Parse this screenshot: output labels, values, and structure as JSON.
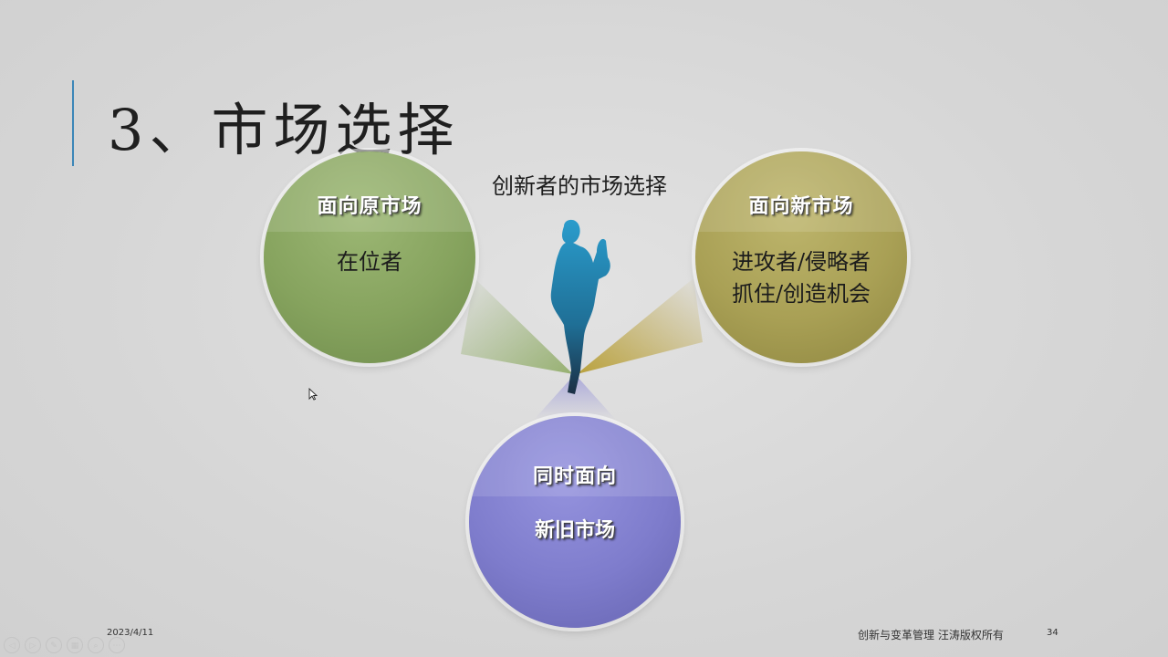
{
  "slide": {
    "title": "3、市场选择",
    "center_caption": "创新者的市场选择",
    "left_circle": {
      "heading": "面向原市场",
      "lines": [
        "在位者"
      ]
    },
    "right_circle": {
      "heading": "面向新市场",
      "lines": [
        "进攻者/侵略者",
        "抓住/创造机会"
      ]
    },
    "bottom_circle": {
      "heading": "同时面向",
      "lines": [
        "新旧市场"
      ]
    }
  },
  "footer": {
    "date": "2023/4/11",
    "copyright": "创新与变革管理 汪涛版权所有",
    "page_number": "34"
  },
  "controls": [
    {
      "icon": "previous-icon",
      "glyph": "◁"
    },
    {
      "icon": "next-icon",
      "glyph": "▷"
    },
    {
      "icon": "pen-icon",
      "glyph": "✎"
    },
    {
      "icon": "slides-icon",
      "glyph": "▦"
    },
    {
      "icon": "zoom-icon",
      "glyph": "⌕"
    },
    {
      "icon": "more-icon",
      "glyph": "⋯"
    }
  ],
  "colors": {
    "accent_bar": "#3c86b8",
    "left_circle": "#86a35e",
    "right_circle": "#a9a055",
    "bottom_circle": "#7e7ccc",
    "figure": "#1f8fb8"
  }
}
